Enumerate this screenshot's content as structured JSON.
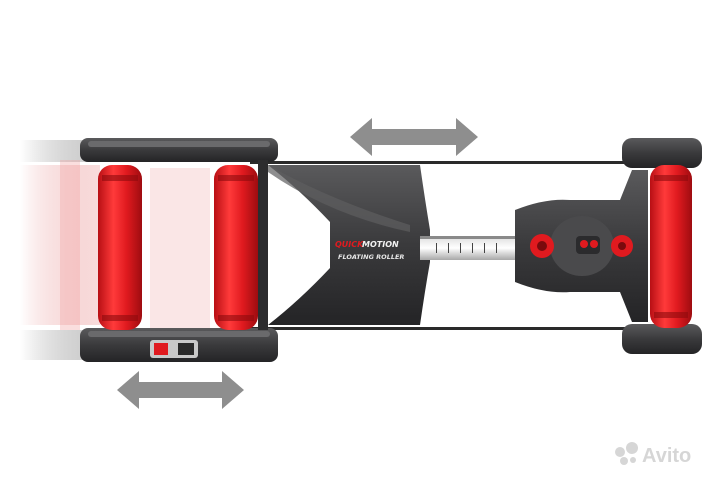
{
  "image": {
    "subject": "roller-trainer-top-view",
    "colors": {
      "background": "#ffffff",
      "roller_red": "#e01a1f",
      "frame_dark": "#3a3a3c",
      "arrow_gray": "#8e8e8e",
      "watermark": "#d6d6d6"
    }
  },
  "product_label": {
    "brand_part1": "QUICK",
    "brand_part2": "MOTION",
    "model": "FLOATING ROLLER"
  },
  "watermark": {
    "text": "Avito"
  }
}
